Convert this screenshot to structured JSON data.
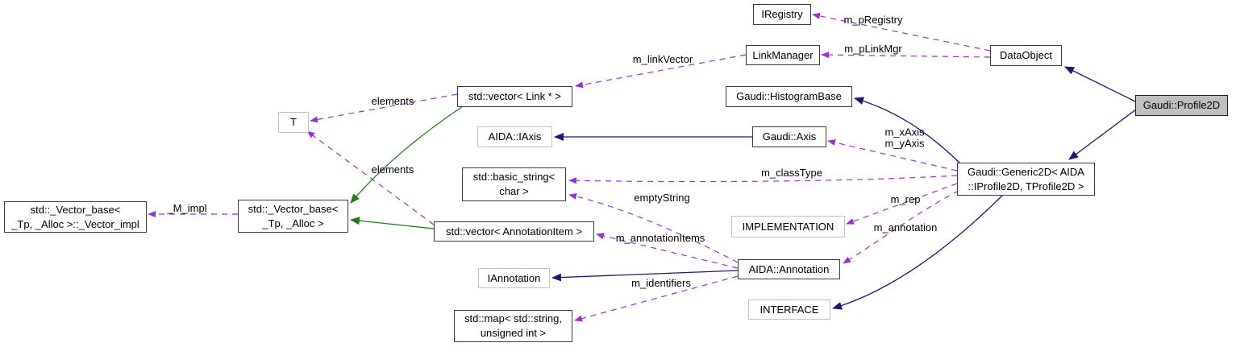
{
  "nodes": {
    "iregistry": {
      "label": "IRegistry"
    },
    "linkmanager": {
      "label": "LinkManager"
    },
    "dataobject": {
      "label": "DataObject"
    },
    "histogrambase": {
      "label": "Gaudi::HistogramBase"
    },
    "profile2d": {
      "label": "Gaudi::Profile2D"
    },
    "vector_link": {
      "label": "std::vector< Link * >"
    },
    "t": {
      "label": "T"
    },
    "aida_iaxis": {
      "label": "AIDA::IAxis"
    },
    "gaudi_axis": {
      "label": "Gaudi::Axis"
    },
    "basic_string": {
      "label": "std::basic_string<\nchar >"
    },
    "generic2d": {
      "label": "Gaudi::Generic2D< AIDA\n::IProfile2D, TProfile2D >"
    },
    "vector_impl": {
      "label": "std::_Vector_base<\n_Tp, _Alloc >::_Vector_impl"
    },
    "vector_base": {
      "label": "std::_Vector_base<\n_Tp, _Alloc >"
    },
    "implementation": {
      "label": "IMPLEMENTATION"
    },
    "vector_annotationitem": {
      "label": "std::vector< AnnotationItem >"
    },
    "annotation": {
      "label": "AIDA::Annotation"
    },
    "iannotation": {
      "label": "IAnnotation"
    },
    "interface": {
      "label": "INTERFACE"
    },
    "std_map": {
      "label": "std::map< std::string,\nunsigned int >"
    }
  },
  "edge_labels": {
    "m_pregistry": "m_pRegistry",
    "m_plinkmgr": "m_pLinkMgr",
    "m_linkvector": "m_linkVector",
    "elements_vector_link": "elements",
    "elements_vector_annotation": "elements",
    "m_impl": "_M_impl",
    "m_axes": "m_xAxis\nm_yAxis",
    "m_classtype": "m_classType",
    "emptystring": "emptyString",
    "m_rep": "m_rep",
    "m_annotation": "m_annotation",
    "m_annotationitems": "m_annotationItems",
    "m_identifiers": "m_identifiers"
  },
  "colors": {
    "usage_edge": "#9a32cd",
    "inheritance_edge": "#191970",
    "protected_inheritance_edge": "#1f7d1f",
    "highlight_node_fill": "#bfbfbf"
  }
}
